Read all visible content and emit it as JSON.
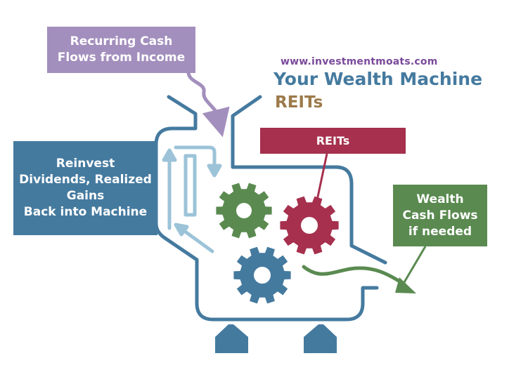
{
  "site_url": "www.investmentmoats.com",
  "title": "Your Wealth Machine",
  "subtitle": "REITs",
  "boxes": {
    "recurring": "Recurring Cash\nFlows from Income",
    "reinvest": "Reinvest\nDividends, Realized\nGains\nBack into Machine",
    "reits": "REITs",
    "wealth": "Wealth\nCash Flows\nif needed"
  },
  "colors": {
    "purple": "#a38fbd",
    "blue": "#457a9f",
    "light_blue": "#9cc3d8",
    "crimson": "#a6304e",
    "green": "#5a8a50",
    "title_blue": "#457a9f",
    "title_brown": "#9c7a4a",
    "url_purple": "#7a4a9a"
  },
  "icons": [
    "gear-icon",
    "arrow-icon"
  ]
}
